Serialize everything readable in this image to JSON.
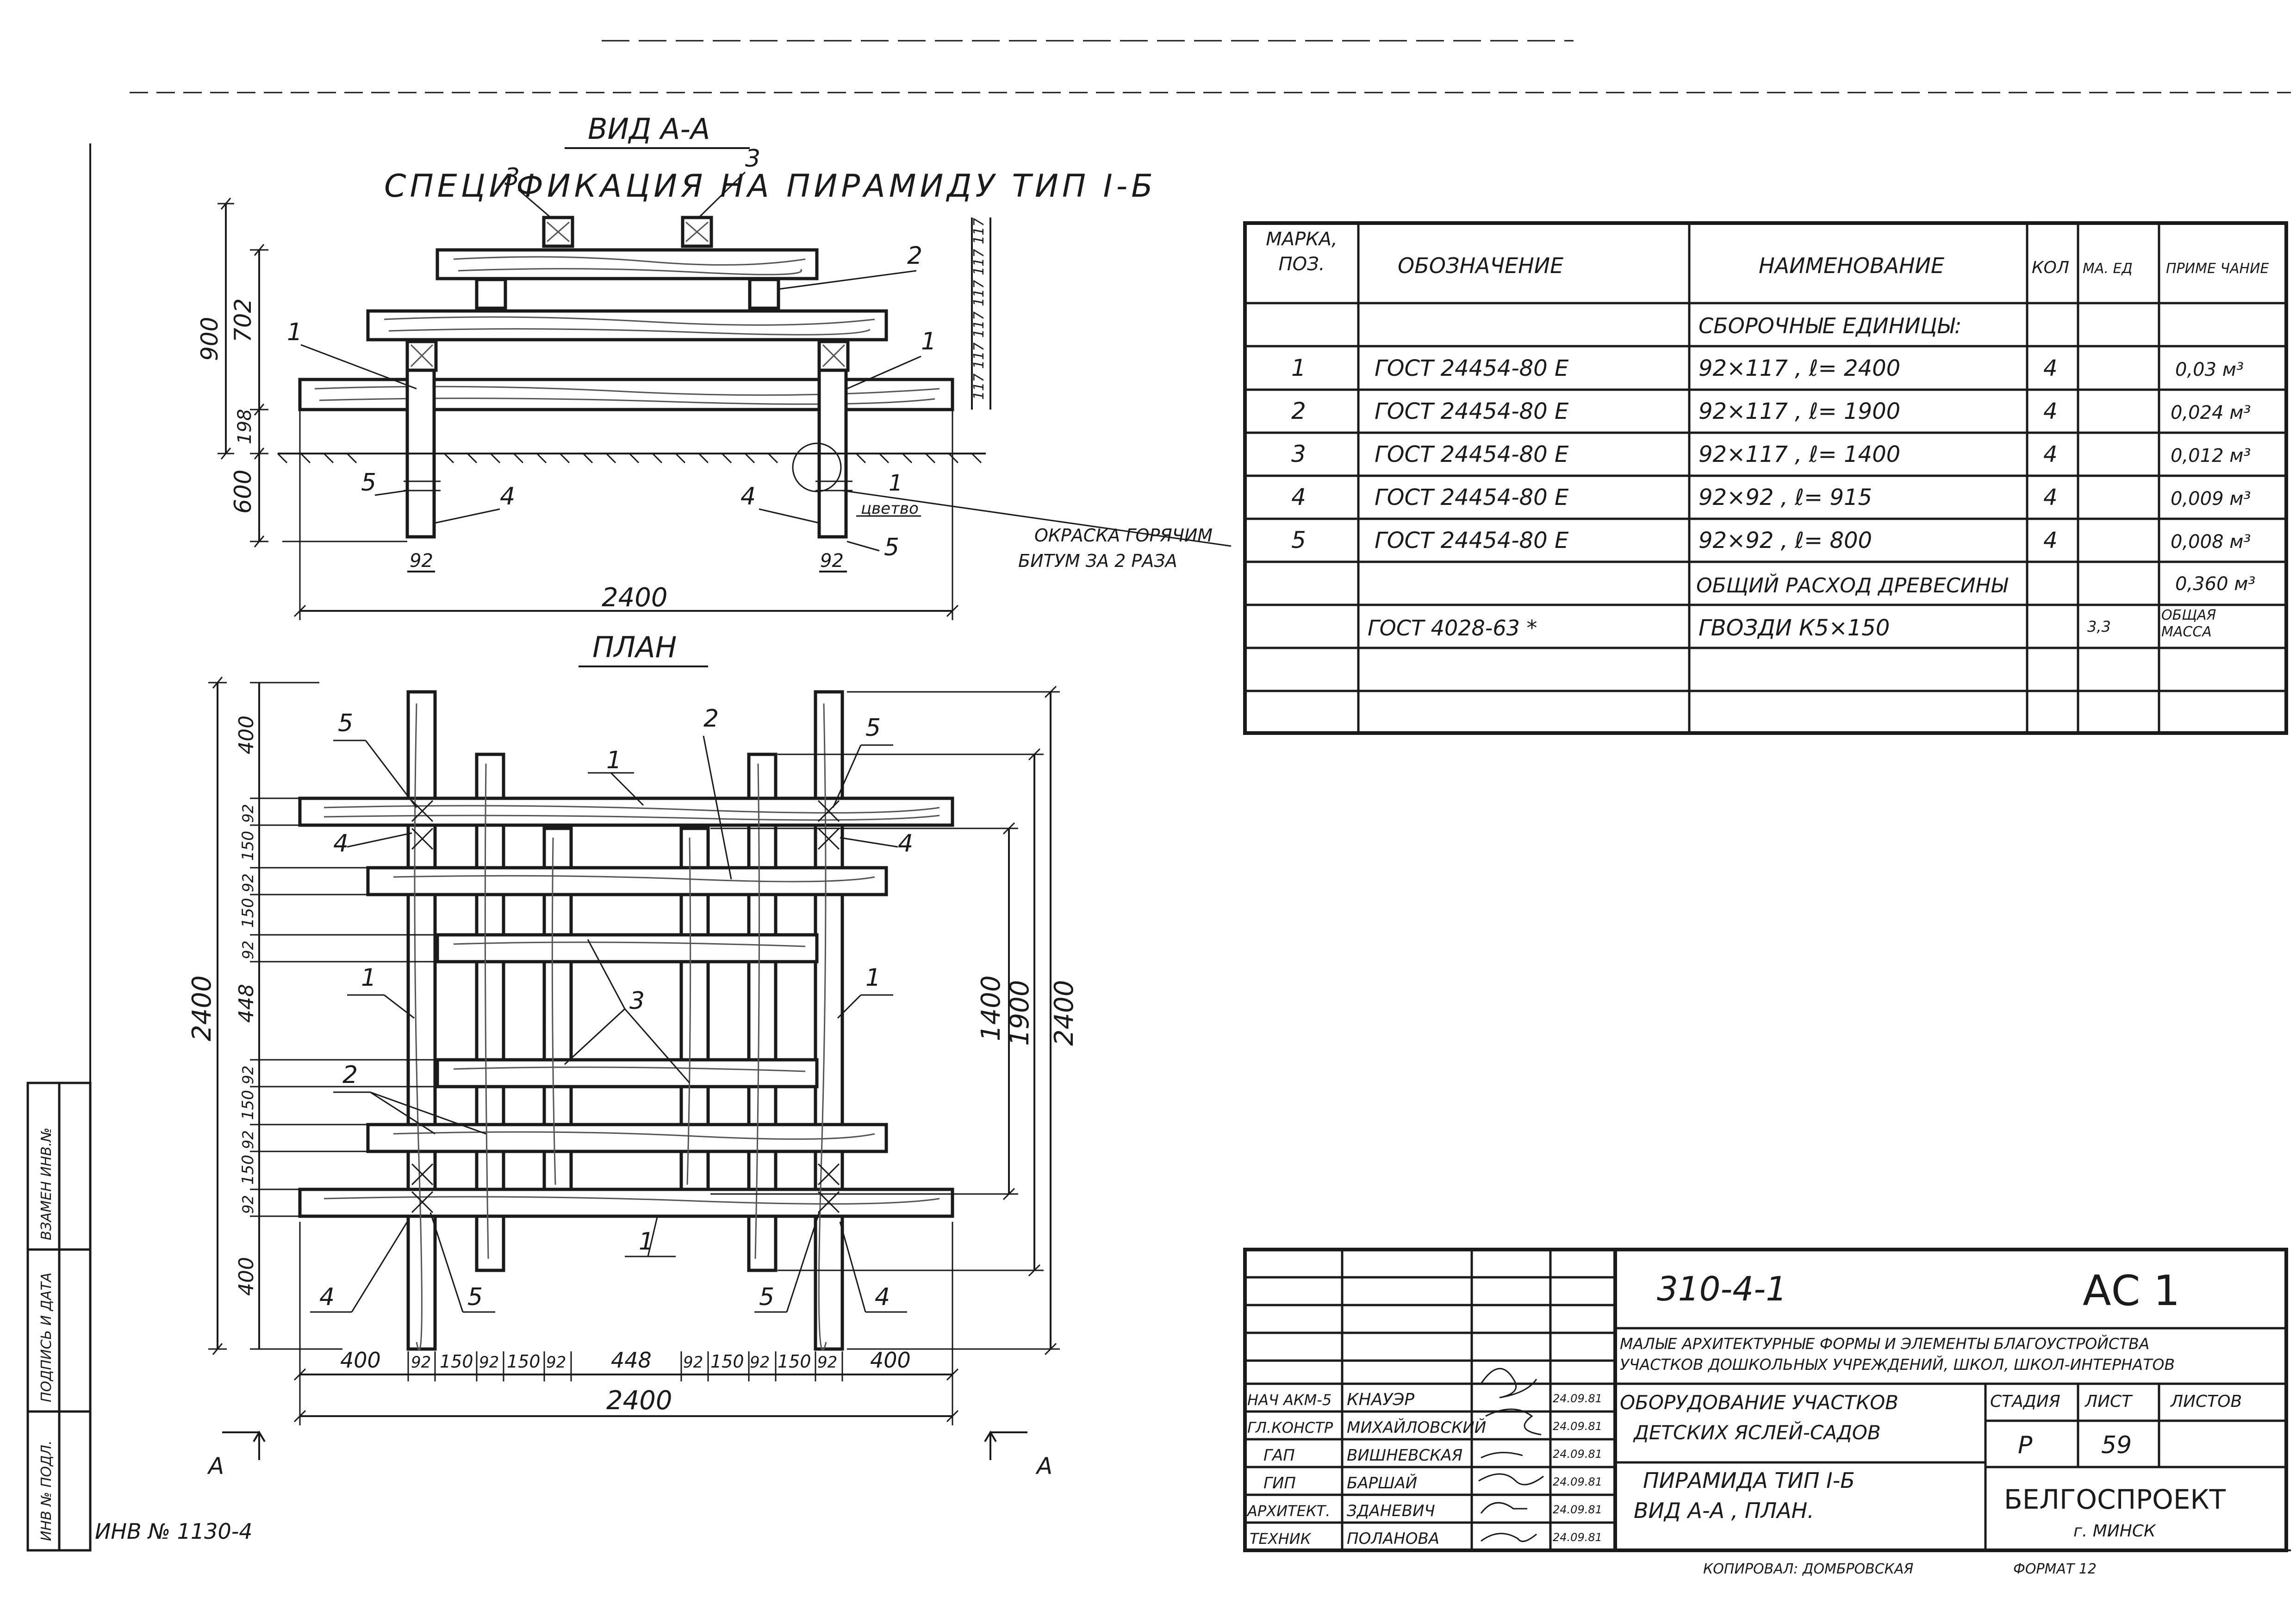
{
  "view_aa": {
    "title": "ВИД А-А",
    "callouts": {
      "c3a": "3",
      "c3b": "3",
      "c2": "2",
      "c1a": "1",
      "c1b": "1",
      "c1c": "1",
      "c5a": "5",
      "c5b": "5",
      "c4a": "4",
      "c4b": "4",
      "detail_label": "цветво"
    },
    "dims": {
      "h900": "900",
      "h702": "702",
      "h198": "198",
      "h600": "600",
      "s1": "117",
      "s2": "117",
      "s3": "117",
      "s4": "117",
      "s5": "117",
      "s6": "117",
      "w92a": "92",
      "w92b": "92",
      "w2400": "2400"
    },
    "note_line1": "ОКРАСКА ГОРЯЧИМ",
    "note_line2": "БИТУМ ЗА 2 РАЗА"
  },
  "plan": {
    "title": "ПЛАН",
    "callouts": {
      "c5a": "5",
      "c5b": "5",
      "c5c": "5",
      "c5d": "5",
      "c1a": "1",
      "c1b": "1",
      "c1c": "1",
      "c1d": "1",
      "c2a": "2",
      "c2b": "2",
      "c3": "3",
      "c4a": "4",
      "c4b": "4",
      "c4c": "4",
      "c4d": "4"
    },
    "vdims": [
      "400",
      "92",
      "150",
      "92",
      "150",
      "92",
      "448",
      "92",
      "150",
      "92",
      "150",
      "92",
      "400"
    ],
    "vtotal": "2400",
    "d1400": "1400",
    "d1900": "1900",
    "d2400r": "2400",
    "hdims": [
      "400",
      "92",
      "150",
      "92",
      "150",
      "92",
      "448",
      "92",
      "150",
      "92",
      "150",
      "92",
      "400"
    ],
    "htotal": "2400",
    "section_a": "А"
  },
  "spec": {
    "title": "СПЕЦИФИКАЦИЯ НА ПИРАМИДУ ТИП I-Б",
    "headers": {
      "mark": "МАРКА, ПОЗ.",
      "designation": "ОБОЗНАЧЕНИЕ",
      "name": "НАИМЕНОВАНИЕ",
      "qty": "КОЛ",
      "mass": "МА. ЕД",
      "note": "ПРИМЕ ЧАНИЕ"
    },
    "section": "СБОРОЧНЫЕ ЕДИНИЦЫ:",
    "rows": [
      {
        "pos": "1",
        "doc": "ГОСТ 24454-80 Е",
        "name": "92×117 , ℓ= 2400",
        "qty": "4",
        "note": "0,03 м³"
      },
      {
        "pos": "2",
        "doc": "ГОСТ 24454-80 Е",
        "name": "92×117 , ℓ= 1900",
        "qty": "4",
        "note": "0,024 м³"
      },
      {
        "pos": "3",
        "doc": "ГОСТ 24454-80 Е",
        "name": "92×117 , ℓ= 1400",
        "qty": "4",
        "note": "0,012 м³"
      },
      {
        "pos": "4",
        "doc": "ГОСТ 24454-80 Е",
        "name": "92×92 , ℓ= 915",
        "qty": "4",
        "note": "0,009 м³"
      },
      {
        "pos": "5",
        "doc": "ГОСТ 24454-80 Е",
        "name": "92×92 , ℓ= 800",
        "qty": "4",
        "note": "0,008 м³"
      }
    ],
    "total_name": "ОБЩИЙ РАСХОД ДРЕВЕСИНЫ",
    "total_note": "0,360 м³",
    "nails_doc": "ГОСТ 4028-63 *",
    "nails_name": "ГВОЗДИ К5×150",
    "nails_mass": "3,3",
    "nails_note": "ОБЩАЯ МАССА"
  },
  "title_block": {
    "code": "310-4-1",
    "sheet_code": "АС 1",
    "project_line1": "МАЛЫЕ АРХИТЕКТУРНЫЕ ФОРМЫ И ЭЛЕМЕНТЫ БЛАГОУСТРОЙСТВА",
    "project_line2": "УЧАСТКОВ ДОШКОЛЬНЫХ УЧРЕЖДЕНИЙ, ШКОЛ, ШКОЛ-ИНТЕРНАТОВ",
    "section_line1": "ОБОРУДОВАНИЕ УЧАСТКОВ",
    "section_line2": "ДЕТСКИХ ЯСЛЕЙ-САДОВ",
    "sheet_line1": "ПИРАМИДА ТИП I-Б",
    "sheet_line2": "ВИД А-А , ПЛАН.",
    "stage_label": "СТАДИЯ",
    "sheet_label": "ЛИСТ",
    "sheets_label": "ЛИСТОВ",
    "stage": "Р",
    "sheet": "59",
    "org": "БЕЛГОСПРОЕКТ",
    "city": "г. МИНСК",
    "staff": [
      {
        "role": "НАЧ АКМ-5",
        "name": "КНАУЭР",
        "date": "24.09.81"
      },
      {
        "role": "ГЛ.КОНСТР",
        "name": "МИХАЙЛОВСКИЙ",
        "date": "24.09.81"
      },
      {
        "role": "ГАП",
        "name": "ВИШНЕВСКАЯ",
        "date": "24.09.81"
      },
      {
        "role": "ГИП",
        "name": "БАРШАЙ",
        "date": "24.09.81"
      },
      {
        "role": "АРХИТЕКТ.",
        "name": "ЗДАНЕВИЧ",
        "date": "24.09.81"
      },
      {
        "role": "ТЕХНИК",
        "name": "ПОЛАНОВА",
        "date": "24.09.81"
      }
    ],
    "copied": "КОПИРОВАЛ: ДОМБРОВСКАЯ",
    "format": "ФОРМАТ 12"
  },
  "side_stamp": {
    "inv_orig": "ИНВ № ПОДЛ.",
    "sign_date": "ПОДПИСЬ И ДАТА",
    "replace_inv": "ВЗАМЕН ИНВ.№",
    "inv_number": "ИНВ № 1130-4"
  }
}
